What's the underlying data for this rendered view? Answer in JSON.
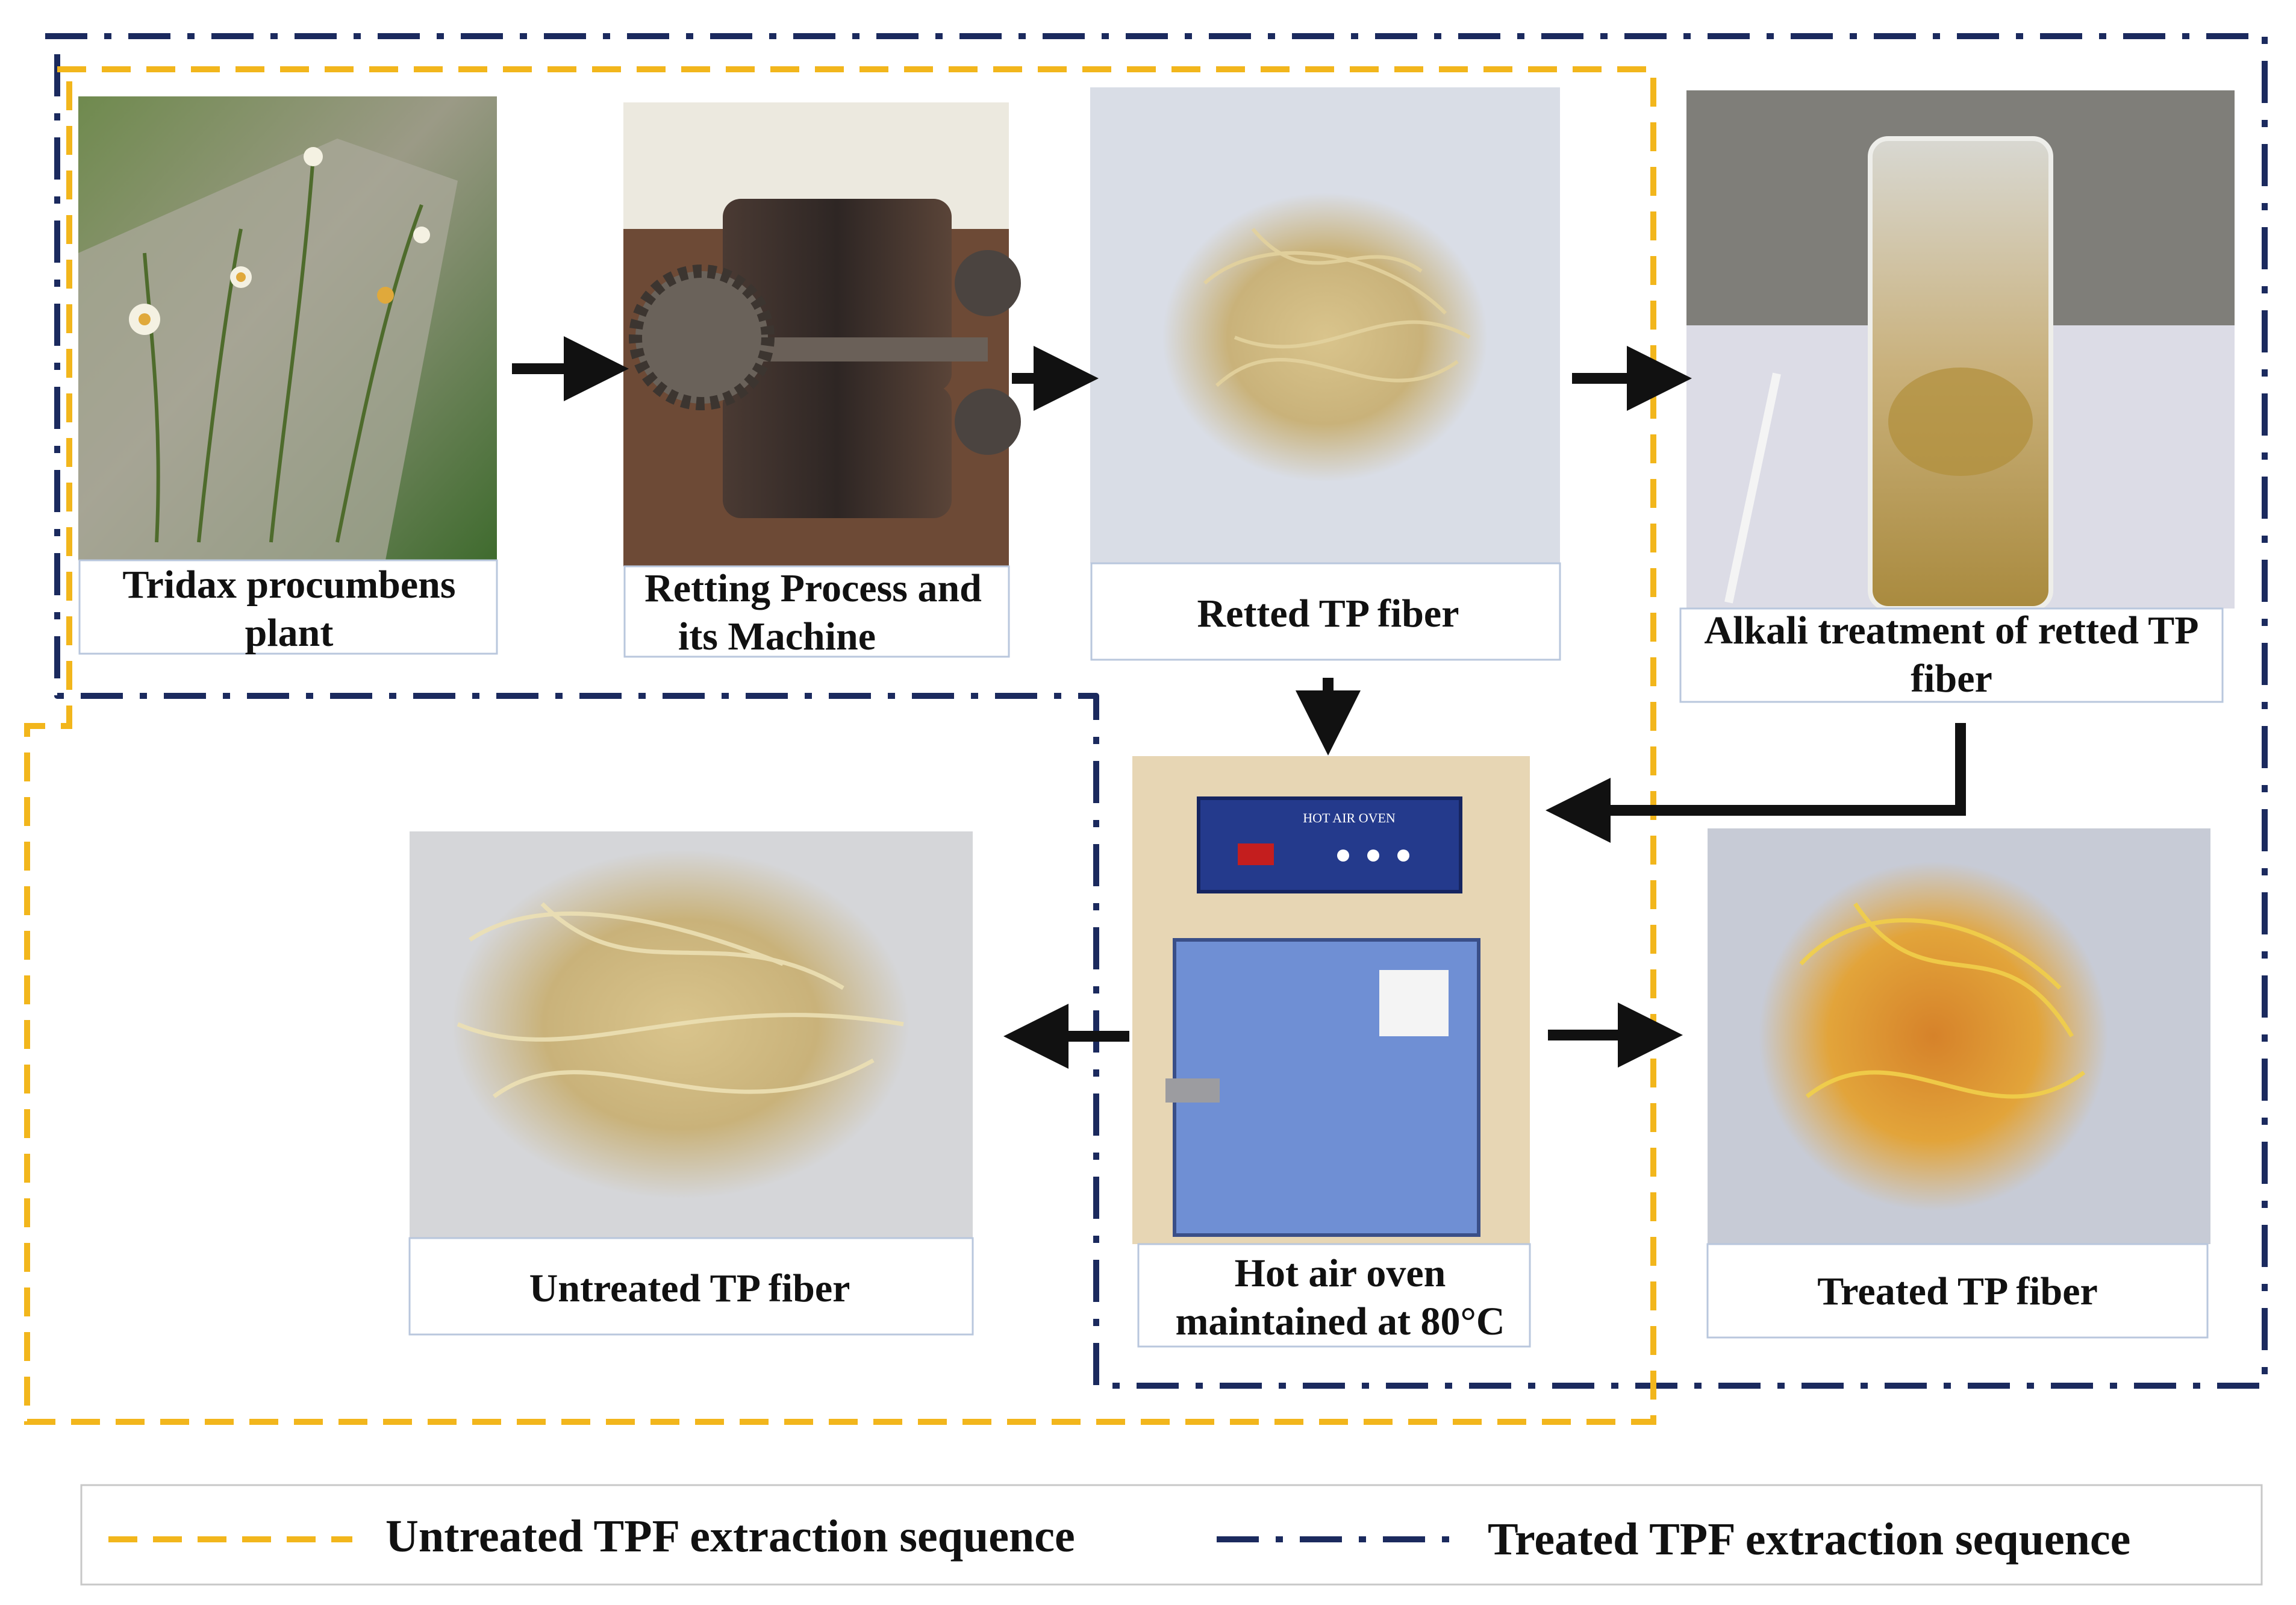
{
  "steps": {
    "plant": {
      "line1": "Tridax procumbens",
      "line2": "plant"
    },
    "retting": {
      "line1": "Retting Process and",
      "line2": "its Machine"
    },
    "retted": {
      "line1": "Retted TP fiber"
    },
    "alkali": {
      "line1": "Alkali treatment of retted TP",
      "line2": "fiber"
    },
    "oven": {
      "line1": "Hot air oven",
      "line2": "maintained at 80°C",
      "panel_text": "HOT AIR OVEN"
    },
    "untreated": {
      "line1": "Untreated TP fiber"
    },
    "treated": {
      "line1": "Treated TP fiber"
    }
  },
  "legend": {
    "untreated": "Untreated TPF extraction sequence",
    "treated": "Treated TPF extraction sequence"
  },
  "colors": {
    "untreated_line": "#f2b61c",
    "treated_line": "#1b2a5e",
    "arrow": "#111111"
  }
}
